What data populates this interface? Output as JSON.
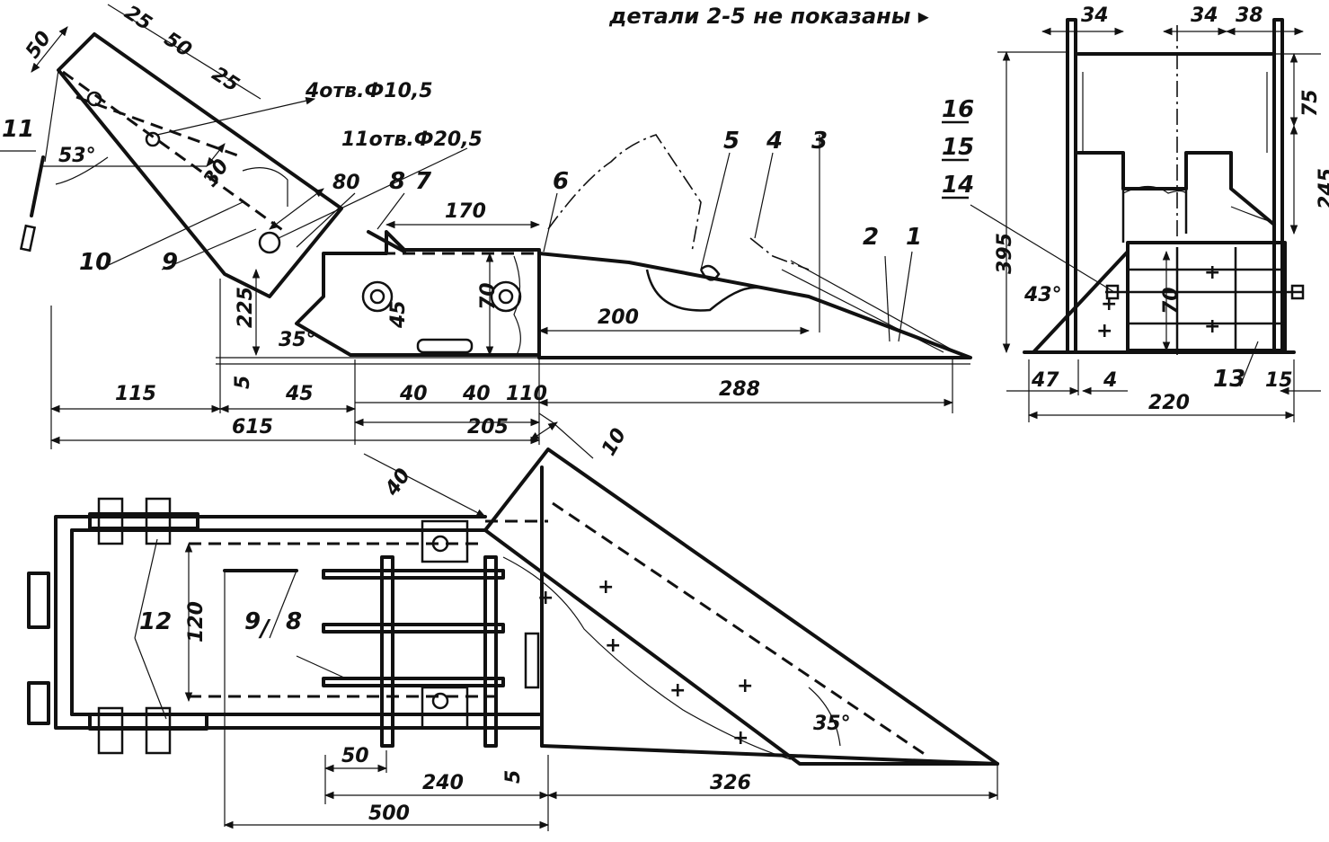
{
  "note": "детали 2-5 не показаны ▸",
  "labels": {
    "p1": "1",
    "p2": "2",
    "p3": "3",
    "p4": "4",
    "p5": "5",
    "p6": "6",
    "p7": "7",
    "p8": "8",
    "p9": "9",
    "p10": "10",
    "p11": "11",
    "p12": "12",
    "p13": "13",
    "p14": "14",
    "p15": "15",
    "p16": "16",
    "p8b": "8",
    "p9b": "9"
  },
  "holes": {
    "small": "4отв.Ф10,5",
    "large": "11отв.Ф20,5"
  },
  "side_view": {
    "d50": "50",
    "d25a": "25",
    "d50b": "50",
    "d25b": "25",
    "d30": "30",
    "a53": "53°",
    "d80": "80",
    "d170": "170",
    "d70": "70",
    "d45a": "45",
    "d200": "200",
    "d225": "225",
    "d5": "5",
    "a35": "35°",
    "d115": "115",
    "d45b": "45",
    "d40a": "40",
    "d40b": "40",
    "d110": "110",
    "d288": "288",
    "d615": "615",
    "d205": "205"
  },
  "end_view": {
    "d34a": "34",
    "d34b": "34",
    "d38": "38",
    "d75": "75",
    "d245": "245",
    "d395": "395",
    "a43": "43°",
    "d70": "70",
    "d47": "47",
    "d4": "4",
    "d15": "15",
    "d220": "220"
  },
  "plan_view": {
    "d10": "10",
    "d40": "40",
    "d120": "120",
    "a35": "35°",
    "d50": "50",
    "d240": "240",
    "d5": "5",
    "d326": "326",
    "d500": "500"
  }
}
